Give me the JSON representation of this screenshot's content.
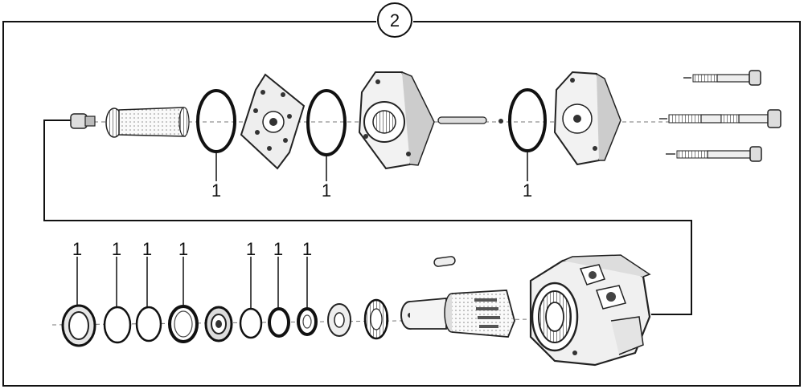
{
  "diagram": {
    "section_number": "2",
    "upper_row_labels": [
      "1",
      "1",
      "1"
    ],
    "lower_row_labels": [
      "1",
      "1",
      "1",
      "1",
      "1",
      "1",
      "1"
    ]
  }
}
